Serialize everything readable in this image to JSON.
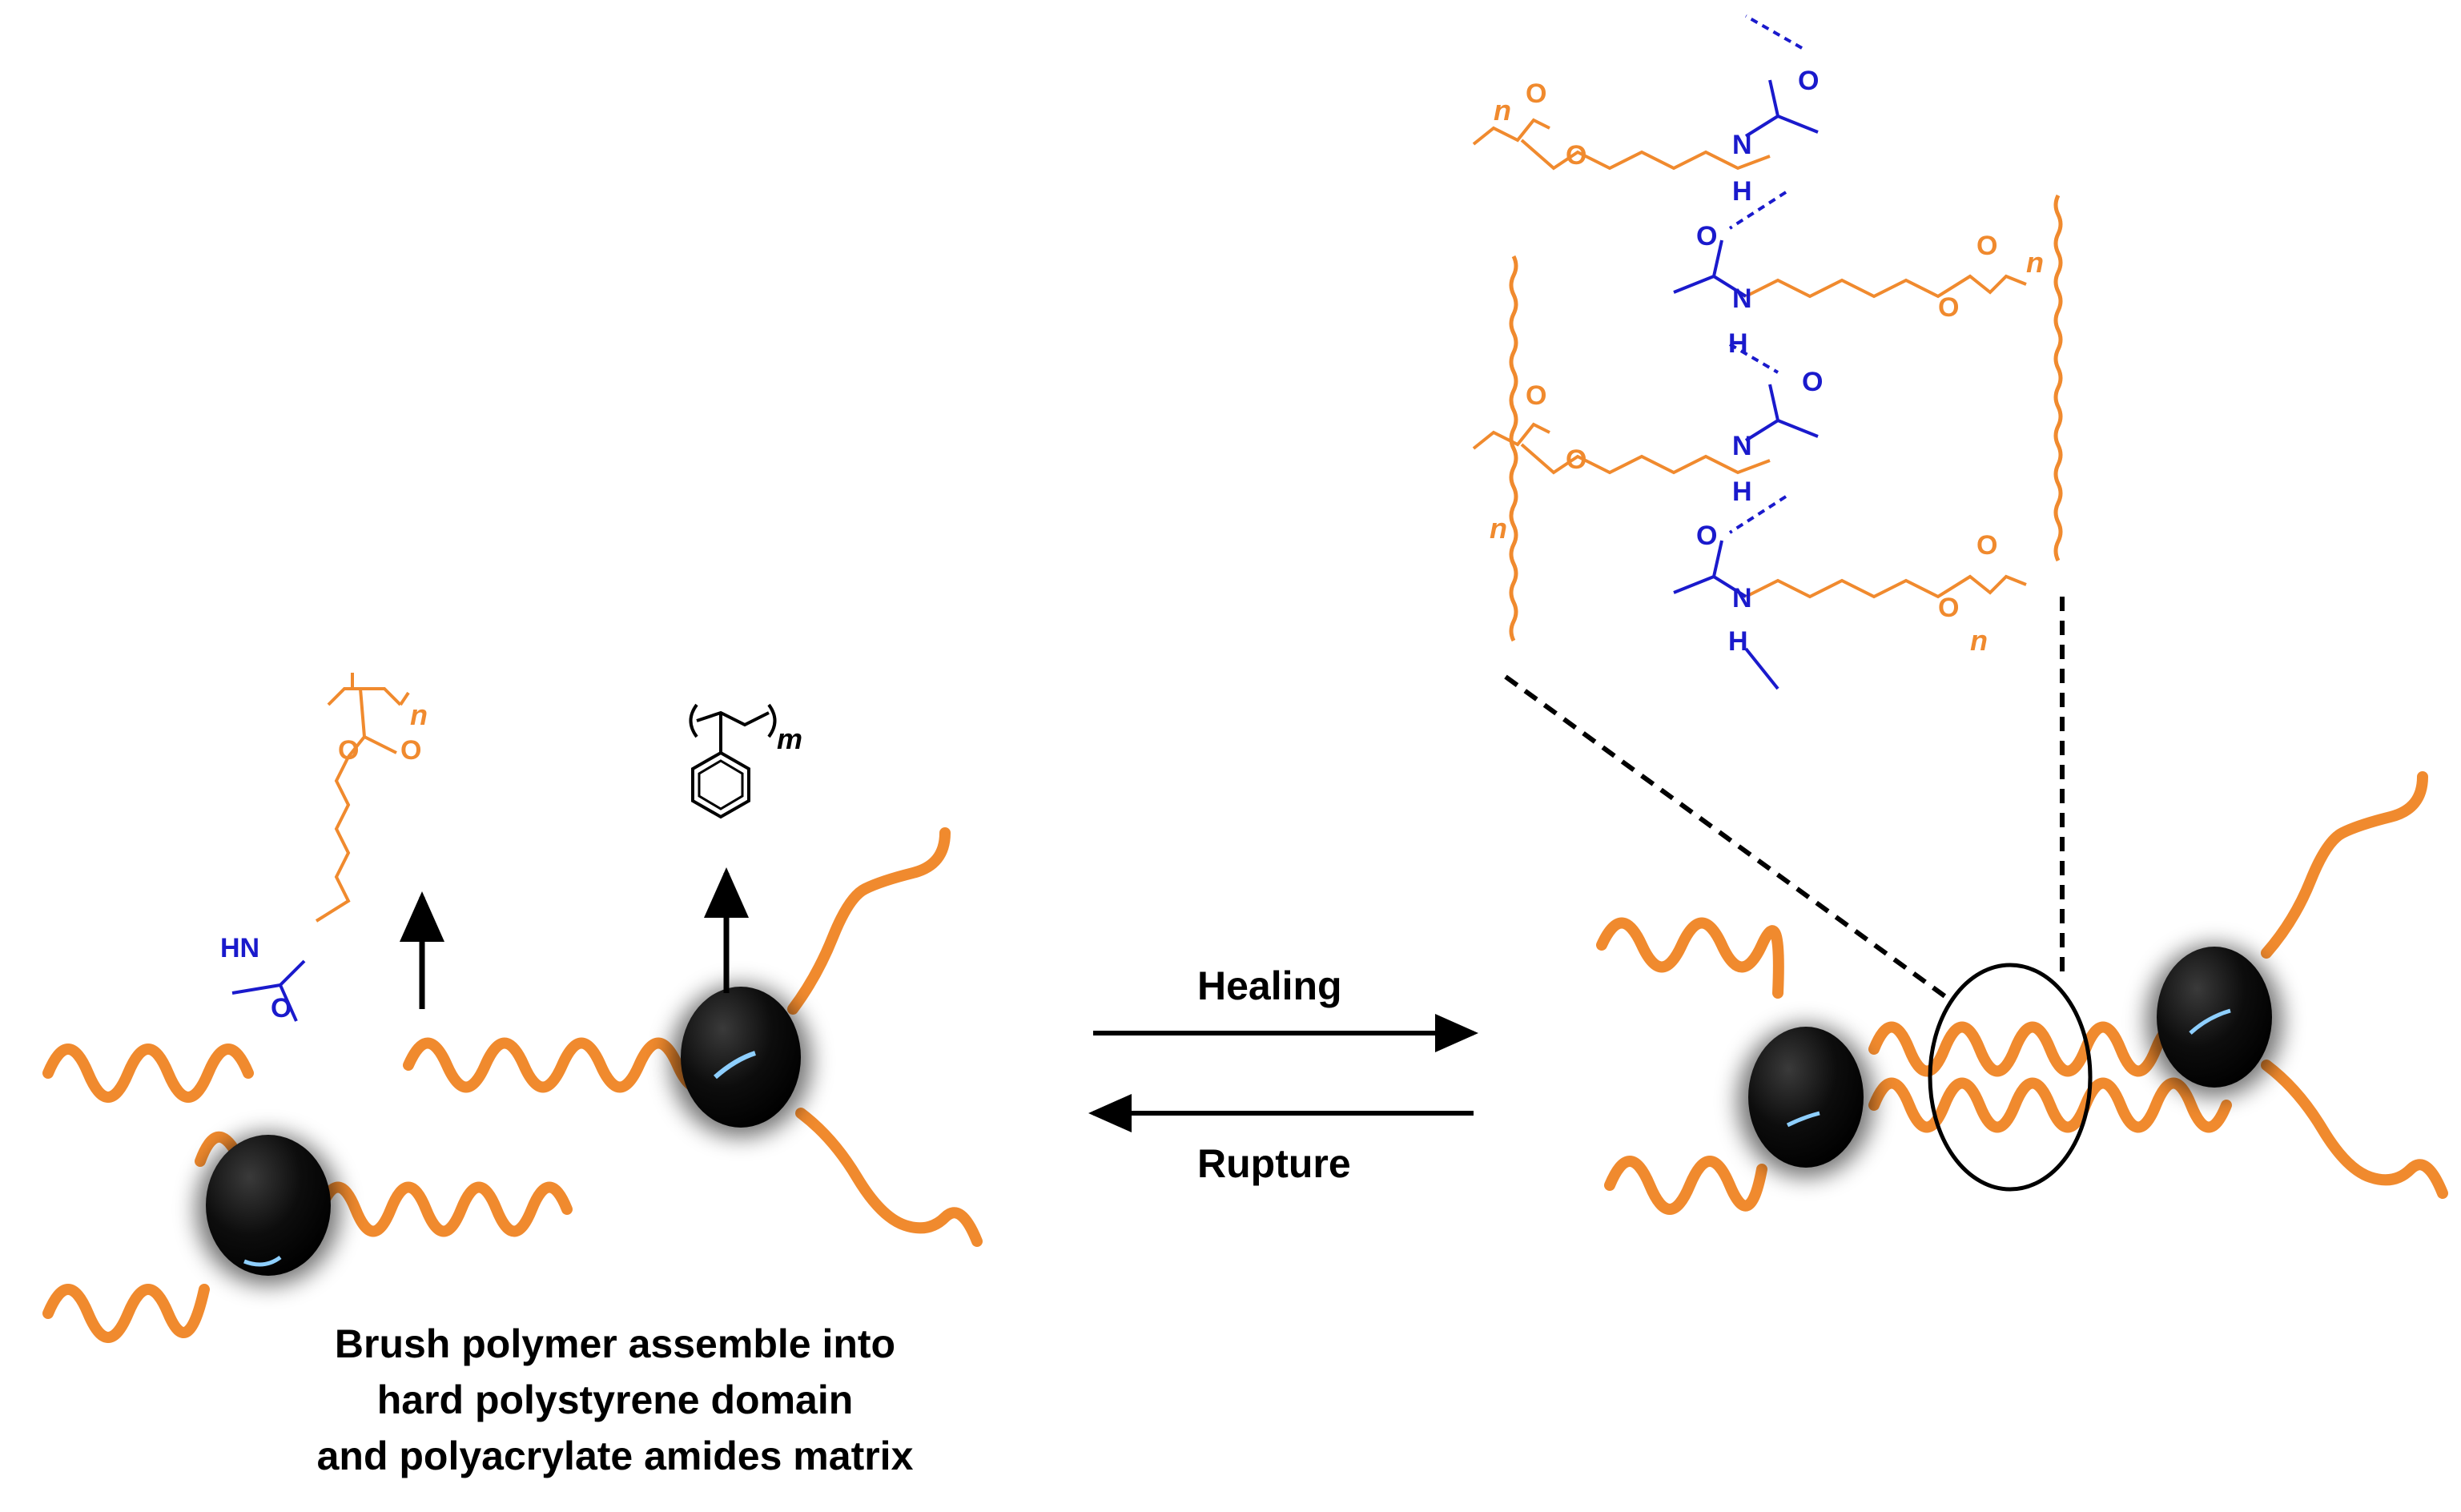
{
  "labels": {
    "healing": "Healing",
    "rupture": "Rupture",
    "caption_line1": "Brush polymer assemble into",
    "caption_line2": "hard polystyrene domain",
    "caption_line3": "and polyacrylate amides matrix"
  },
  "chem": {
    "subscript_n": "n",
    "subscript_m": "m",
    "oxygen": "O",
    "nitrogen": "N",
    "hydrogen": "H",
    "amide_nh": "HN"
  },
  "colors": {
    "chain_orange": "#F08A2E",
    "hbond_blue": "#1A1ACC",
    "ball_black": "#0a0a0a",
    "text": "#000000"
  }
}
